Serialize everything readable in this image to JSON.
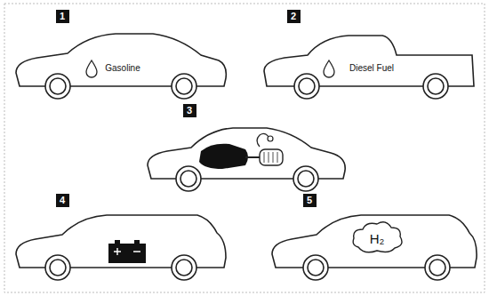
{
  "diagram": {
    "labels": [
      "1",
      "Gasoline",
      "2",
      "Diesel Fuel",
      "3",
      "4",
      "5",
      "H₂"
    ]
  }
}
